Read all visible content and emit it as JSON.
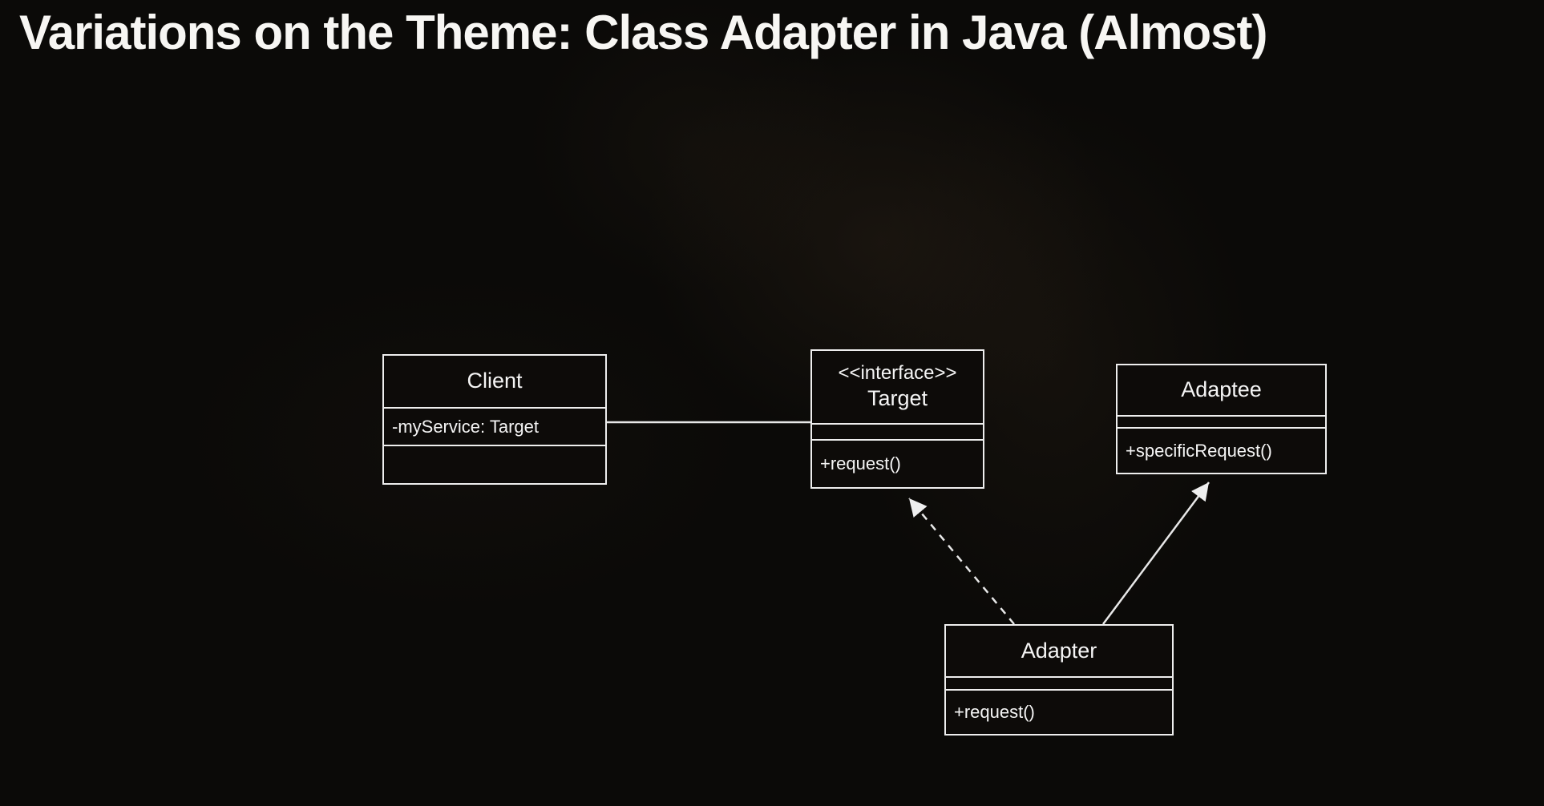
{
  "title": "Variations on the Theme: Class Adapter in Java (Almost)",
  "classes": {
    "client": {
      "name": "Client",
      "attribute": "-myService: Target"
    },
    "target": {
      "stereotype": "<<interface>>",
      "name": "Target",
      "method": "+request()"
    },
    "adaptee": {
      "name": "Adaptee",
      "method": "+specificRequest()"
    },
    "adapter": {
      "name": "Adapter",
      "method": "+request()"
    }
  },
  "colors": {
    "background": "#0b0a08",
    "box_border": "#eeeeee",
    "text": "#f5f5f5"
  }
}
